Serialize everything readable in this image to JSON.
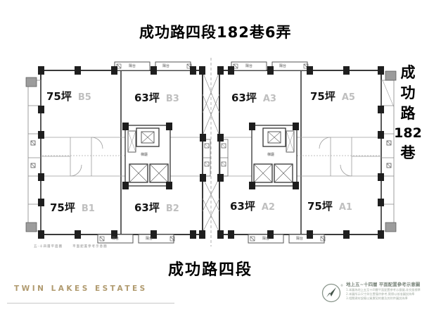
{
  "roads": {
    "top": "成功路四段182巷6弄",
    "right_chars": [
      "成",
      "功",
      "路",
      "182",
      "巷"
    ],
    "bottom": "成功路四段"
  },
  "plan": {
    "units": [
      {
        "area": "75坪",
        "code": "B5"
      },
      {
        "area": "63坪",
        "code": "B3"
      },
      {
        "area": "63坪",
        "code": "A3"
      },
      {
        "area": "75坪",
        "code": "A5"
      },
      {
        "area": "75坪",
        "code": "B1"
      },
      {
        "area": "63坪",
        "code": "B2"
      },
      {
        "area": "63坪",
        "code": "A2"
      },
      {
        "area": "75坪",
        "code": "A1"
      }
    ],
    "balcony_label": "陽台",
    "core_label": "梯廳",
    "small_note_left": "五-十四層平面圖",
    "small_note_right": "平面配置參考示意圖"
  },
  "footer": {
    "brand": "TWIN LAKES ESTATES",
    "legend_title": "地上五~十四層 平面配置參考示意圖",
    "legend_notes": [
      "1.本圖為地上五至十四層平面配置參考示意圖,非交屋標準",
      "2.本圖所示尺寸與位置僅供參考,實際以核准圖說為準",
      "3.相關建材設備以買賣契約書及其附件圖說為準"
    ]
  },
  "colors": {
    "brand_gold": "#b09a6e",
    "wall": "#3a3a3a",
    "unit_code_gray": "#bfbfbf"
  }
}
